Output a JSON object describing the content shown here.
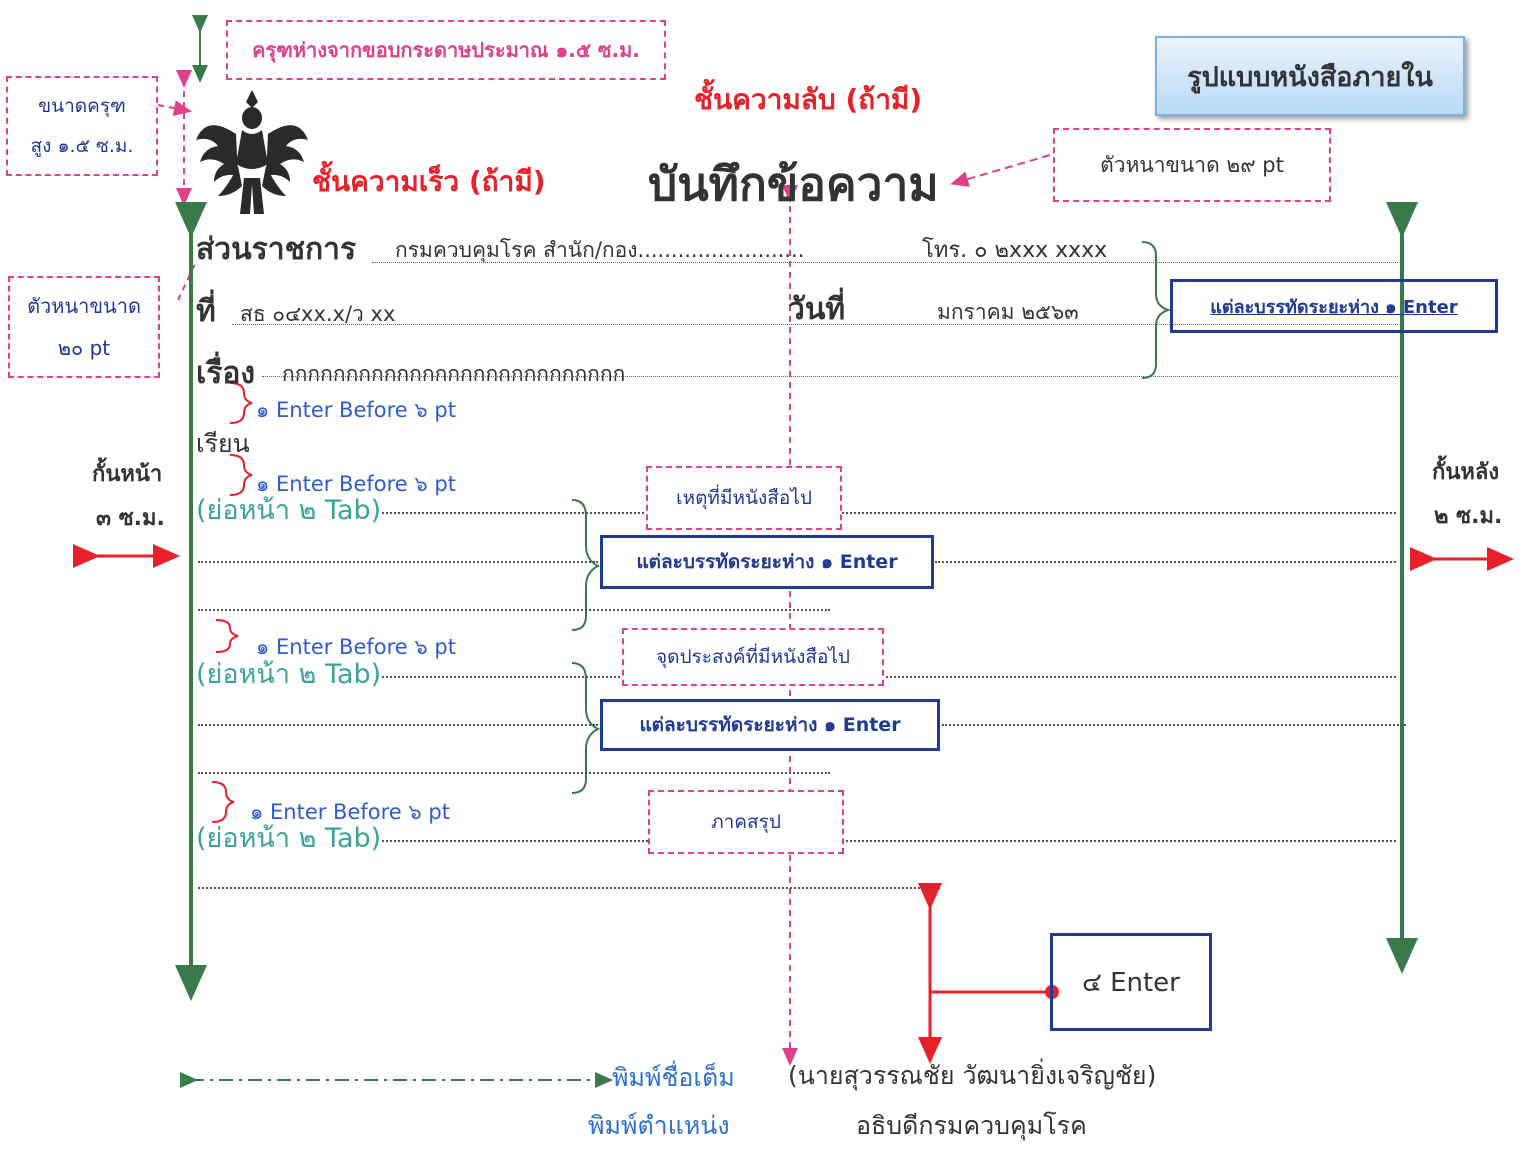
{
  "top_margin_note": "ครุฑห่างจากขอบกระดาษประมาณ ๑.๕ ซ.ม.",
  "garuda_size": {
    "line1": "ขนาดครุฑ",
    "line2": "สูง ๑.๕ ซ.ม."
  },
  "secrecy_label": "ชั้นความลับ (ถ้ามี)",
  "urgency_label": "ชั้นความเร็ว (ถ้ามี)",
  "format_badge": "รูปแบบหนังสือภายใน",
  "title": "บันทึกข้อความ",
  "title_size_note": "ตัวหนาขนาด ๒๙ pt",
  "heading_size_note": {
    "line1": "ตัวหนาขนาด",
    "line2": "๒๐ pt"
  },
  "header": {
    "agency_label": "ส่วนราชการ",
    "agency_value": "กรมควบคุมโรค สำนัก/กอง.........................",
    "phone_value": "โทร. ๐ ๒xxx xxxx",
    "ref_label": "ที่",
    "ref_value": "สธ ๐๔xx.x/ว xx",
    "date_label": "วันที่",
    "date_value": "มกราคม ๒๕๖๓",
    "subject_label": "เรื่อง",
    "subject_value": "กกกกกกกกกกกกกกกกกกกกกกกกกกก"
  },
  "spacing_note_header": "แต่ละบรรทัดระยะห่าง ๑ Enter",
  "enter_before_notes": [
    "๑ Enter Before ๖ pt",
    "๑ Enter Before ๖ pt",
    "๑ Enter Before ๖ pt",
    "๑ Enter Before ๖ pt"
  ],
  "salutation": "เรียน",
  "indent_label": "(ย่อหน้า ๒ Tab)",
  "left_margin": {
    "line1": "กั้นหน้า",
    "line2": "๓ ซ.ม."
  },
  "right_margin": {
    "line1": "กั้นหลัง",
    "line2": "๒ ซ.ม."
  },
  "sections": [
    {
      "title": "เหตุที่มีหนังสือไป",
      "spacing_note": "แต่ละบรรทัดระยะห่าง ๑ Enter"
    },
    {
      "title": "จุดประสงค์ที่มีหนังสือไป",
      "spacing_note": "แต่ละบรรทัดระยะห่าง ๑ Enter"
    },
    {
      "title": "ภาคสรุป"
    }
  ],
  "signature_gap": "๔ Enter",
  "signer_name": "(นายสุวรรณชัย วัฒนายิ่งเจริญชัย)",
  "signer_position": "อธิบดีกรมควบคุมโรค",
  "name_hint": "พิมพ์ชื่อเต็ม",
  "position_hint": "พิมพ์ตำแหน่ง",
  "colors": {
    "pink": "#e0408a",
    "navy": "#1f3a93",
    "red": "#e8202a",
    "green": "#3a7a4a",
    "teal": "#3aa39a"
  },
  "icons": [
    "garuda-emblem"
  ]
}
